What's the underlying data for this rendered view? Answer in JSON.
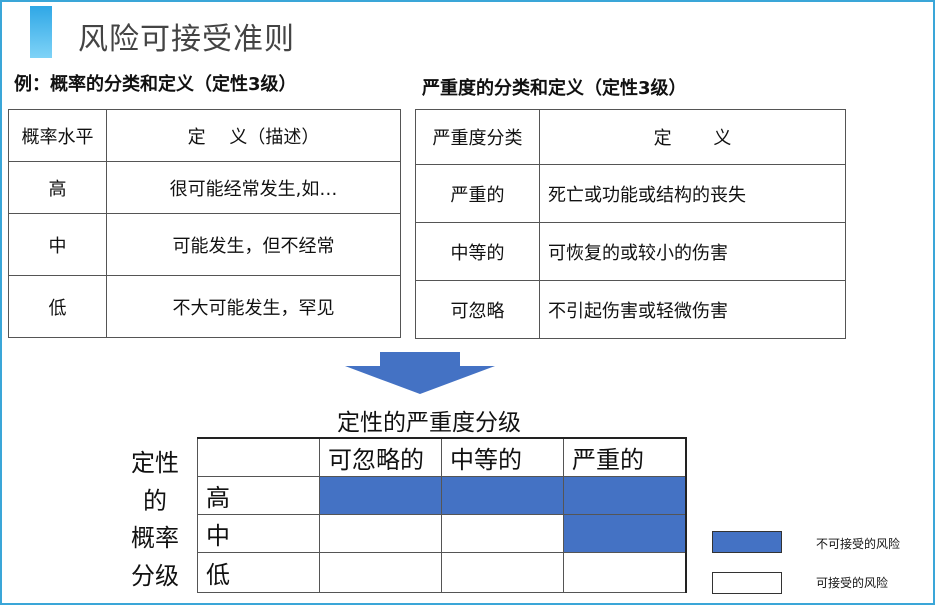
{
  "title": "风险可接受准则",
  "probability": {
    "heading": "例：概率的分类和定义（定性3级）",
    "header": [
      "概率水平",
      "定　 义（描述）"
    ],
    "rows": [
      [
        "高",
        "很可能经常发生,如…"
      ],
      [
        "中",
        "可能发生，但不经常"
      ],
      [
        "低",
        "不大可能发生，罕见"
      ]
    ]
  },
  "severity": {
    "heading": "严重度的分类和定义（定性3级）",
    "header": [
      "严重度分类",
      "定　　 义"
    ],
    "rows": [
      [
        "严重的",
        "死亡或功能或结构的丧失"
      ],
      [
        "中等的",
        "可恢复的或较小的伤害"
      ],
      [
        "可忽略",
        "不引起伤害或轻微伤害"
      ]
    ]
  },
  "matrix": {
    "title": "定性的严重度分级",
    "row_axis_label": [
      "定性",
      "的",
      "概率",
      "分级"
    ],
    "columns": [
      "可忽略的",
      "中等的",
      "严重的"
    ],
    "rows": [
      {
        "label": "高",
        "unacceptable": [
          true,
          true,
          true
        ]
      },
      {
        "label": "中",
        "unacceptable": [
          false,
          false,
          true
        ]
      },
      {
        "label": "低",
        "unacceptable": [
          false,
          false,
          false
        ]
      }
    ],
    "unacceptable_color": "#4472c4",
    "acceptable_color": "#ffffff"
  },
  "legend": {
    "unacceptable": "不可接受的风险",
    "acceptable": "可接受的风险"
  },
  "colors": {
    "accent": "#2fa7e6",
    "arrow": "#4472c4",
    "frame": "#3aa6d8"
  }
}
